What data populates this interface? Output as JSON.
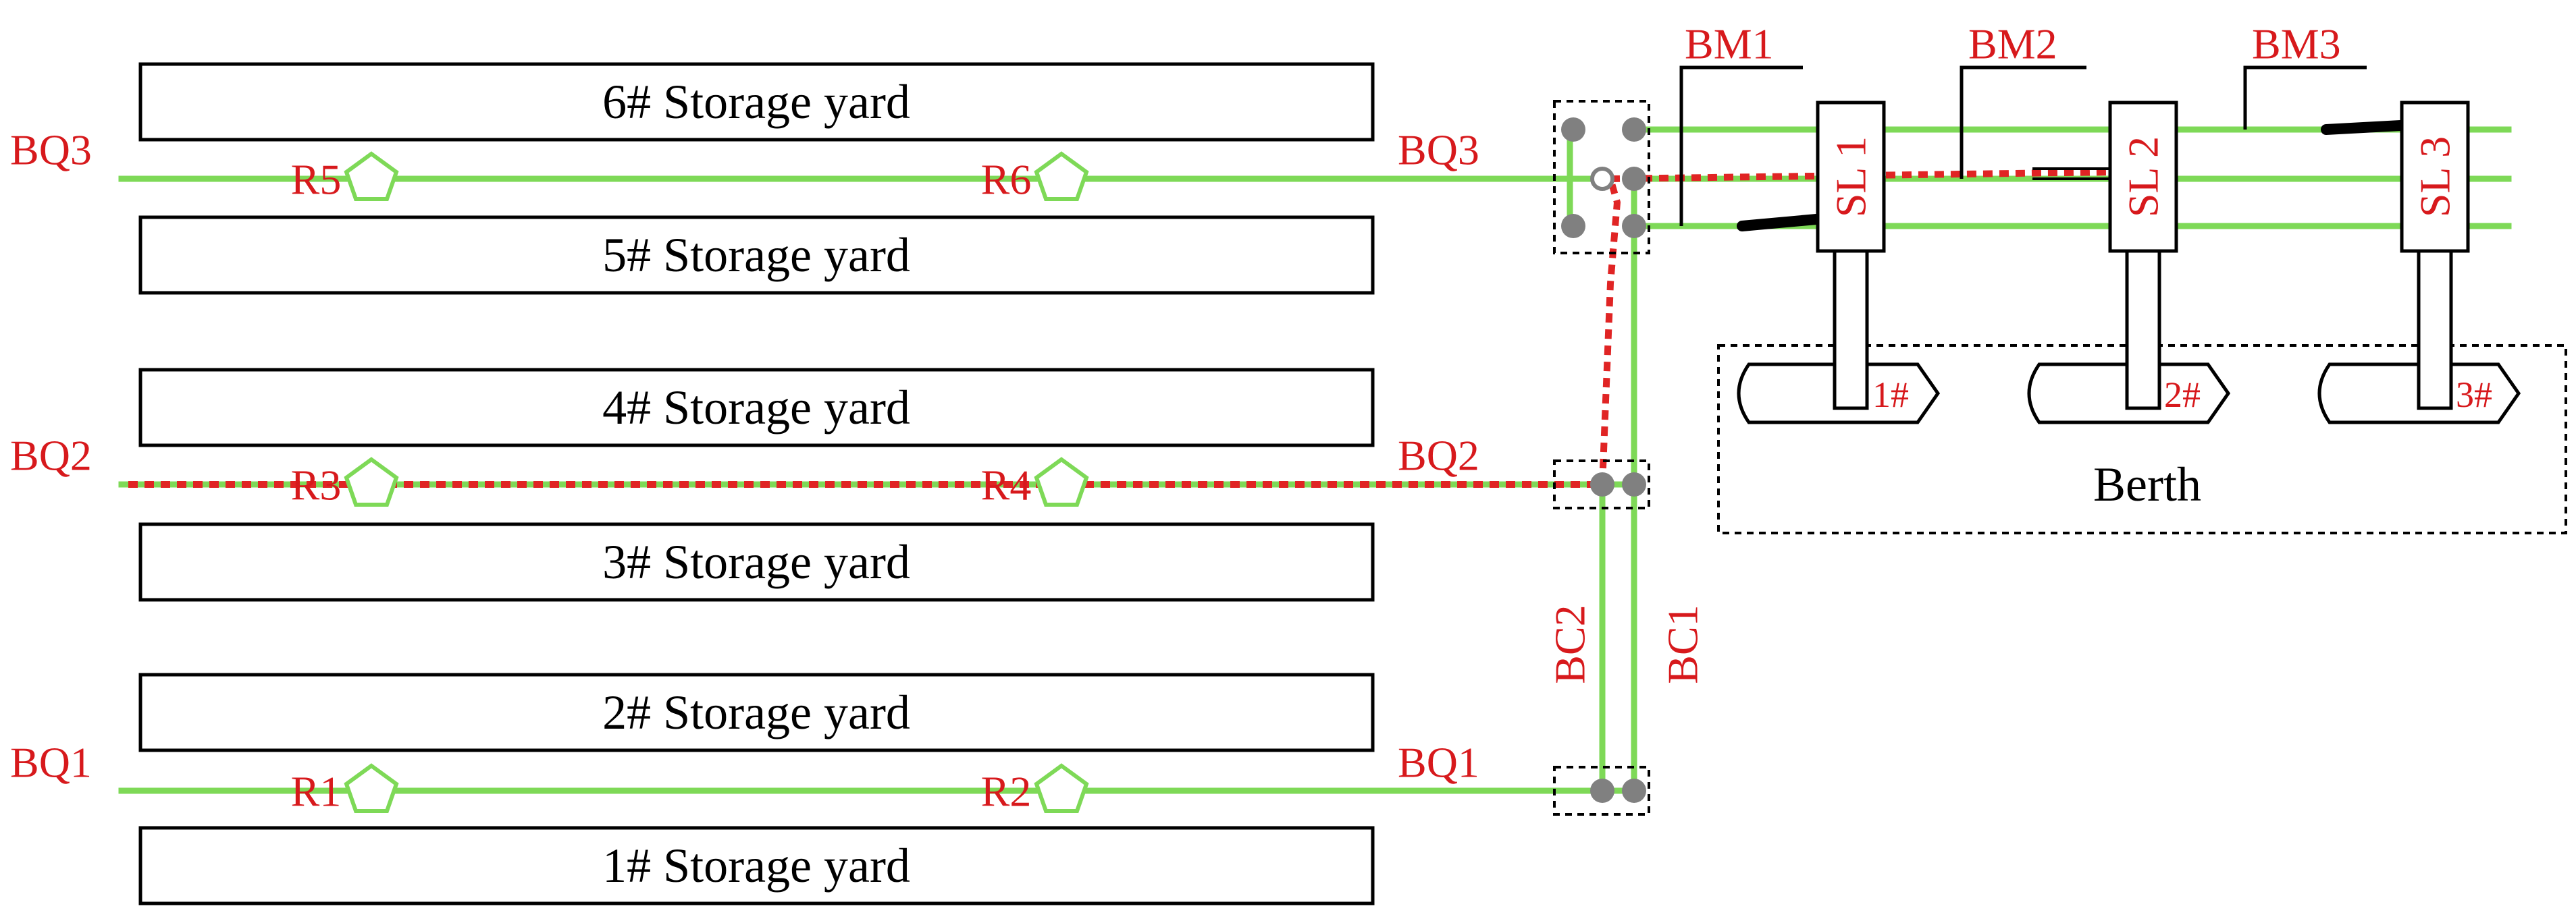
{
  "colors": {
    "track": "#7ed957",
    "path": "#e02424",
    "label": "#d7191c",
    "node": "#808080",
    "outline": "#000000"
  },
  "yards": [
    "6# Storage yard",
    "5# Storage yard",
    "4# Storage yard",
    "3# Storage yard",
    "2# Storage yard",
    "1# Storage yard"
  ],
  "lines": {
    "bq3_left": "BQ3",
    "bq2_left": "BQ2",
    "bq1_left": "BQ1",
    "bq3_right": "BQ3",
    "bq2_right": "BQ2",
    "bq1_right": "BQ1"
  },
  "robots": [
    "R5",
    "R6",
    "R3",
    "R4",
    "R1",
    "R2"
  ],
  "connectors": {
    "bc2": "BC2",
    "bc1": "BC1"
  },
  "main_lines": {
    "bm1": "BM1",
    "bm2": "BM2",
    "bm3": "BM3"
  },
  "shiploaders": [
    "SL 1",
    "SL 2",
    "SL 3"
  ],
  "berth": {
    "title": "Berth",
    "ships": [
      "1#",
      "2#",
      "3#"
    ]
  }
}
